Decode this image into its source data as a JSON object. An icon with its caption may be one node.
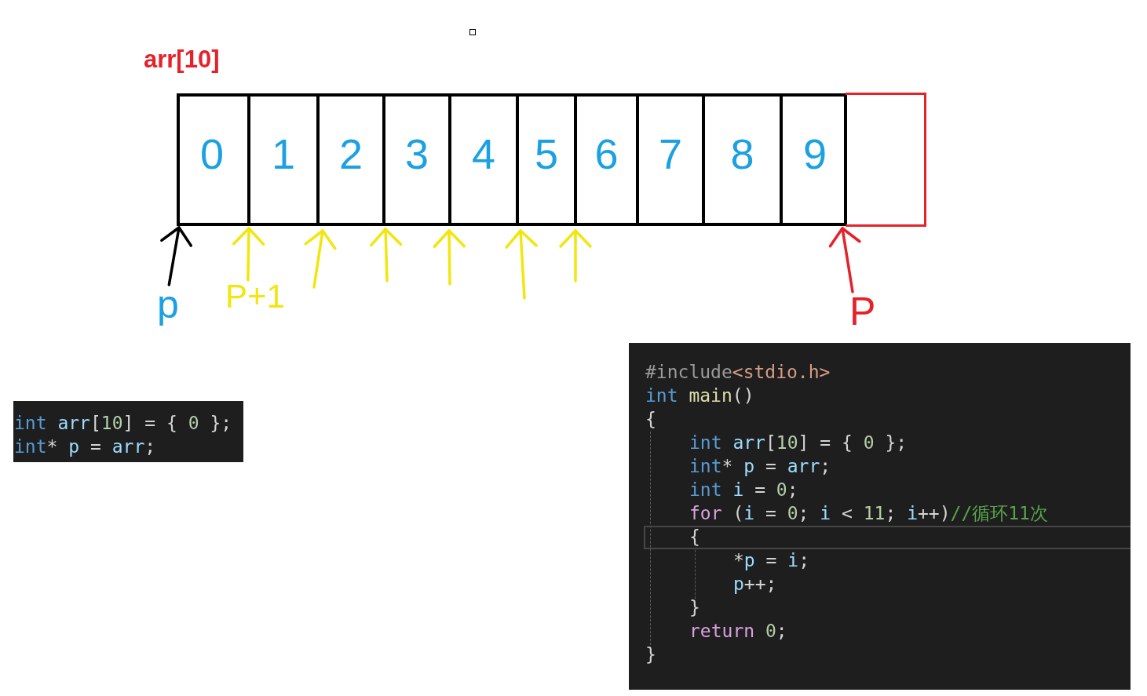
{
  "diagram": {
    "nodes": [
      {
        "text": [
          "arr[10]"
        ]
      },
      {
        "text": [
          "0"
        ],
        "in": 0
      },
      {
        "text": [
          "1"
        ],
        "in": 0
      },
      {
        "text": [
          "2"
        ],
        "in": 0
      },
      {
        "text": [
          "3"
        ],
        "in": 0
      },
      {
        "text": [
          "4"
        ],
        "in": 0
      },
      {
        "text": [
          "5"
        ],
        "in": 0
      },
      {
        "text": [
          "6"
        ],
        "in": 0
      },
      {
        "text": [
          "7"
        ],
        "in": 0
      },
      {
        "text": [
          "8"
        ],
        "in": 0
      },
      {
        "text": [
          "9"
        ],
        "in": 0
      },
      {
        "text": [],
        "shape": "box"
      },
      {
        "text": [
          "p"
        ]
      },
      {
        "text": [
          "P+1"
        ]
      },
      {
        "text": [
          "P"
        ]
      },
      {
        "text": [
          "int arr[10] = { 0 };",
          "int* p = arr;"
        ]
      },
      {
        "text": [
          "#include<stdio.h>",
          "int main()",
          "{",
          "int arr[10] = { 0 };",
          "int* p = arr;",
          "int i = 0;",
          "for (i = 0; i < 11; i++)//循环11次",
          "{",
          "*p = i;",
          "p++;",
          "}",
          "return 0;",
          "}"
        ]
      }
    ],
    "edges": [
      {
        "from": 12,
        "to": 1,
        "arrow": "to",
        "color": "#000000"
      },
      {
        "from": 13,
        "to": 2,
        "arrow": "to"
      },
      {
        "from": null,
        "to": 3,
        "arrow": "to"
      },
      {
        "from": null,
        "to": 4,
        "arrow": "to"
      },
      {
        "from": null,
        "to": 5,
        "arrow": "to"
      },
      {
        "from": null,
        "to": 6,
        "arrow": "to"
      },
      {
        "from": null,
        "to": 7,
        "arrow": "to"
      },
      {
        "from": 14,
        "to": 11,
        "arrow": "to",
        "color": "#e5222a"
      }
    ]
  }
}
